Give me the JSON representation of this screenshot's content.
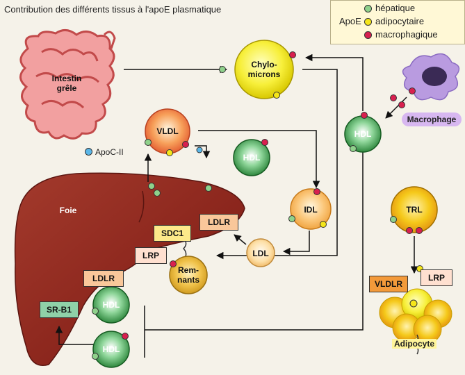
{
  "title": "Contribution des différents tissus à l'apoE plasmatique",
  "legend": {
    "heading": "ApoE",
    "items": [
      {
        "label": "hépatique",
        "color": "#8fd18b"
      },
      {
        "label": "adipocytaire",
        "color": "#f5e61a"
      },
      {
        "label": "macrophagique",
        "color": "#d8204f"
      }
    ]
  },
  "organs": {
    "intestine": "Intestin grêle",
    "liver": "Foie",
    "macrophage": "Macrophage",
    "adipocyte": "Adipocyte"
  },
  "particles": {
    "chylomicrons": "Chylo- microns",
    "vldl": "VLDL",
    "idl": "IDL",
    "ldl": "LDL",
    "remnants": "Rem- nants",
    "trl": "TRL",
    "hdl": "HDL"
  },
  "receptors": {
    "ldlr": "LDLR",
    "sdc1": "SDC1",
    "lrp": "LRP",
    "srb1": "SR-B1",
    "vldlr": "VLDLR"
  },
  "apoc": "ApoC-II",
  "colors": {
    "hepatic": "#8fd18b",
    "adipocyte": "#f5e61a",
    "macrophage": "#d8204f",
    "apoc": "#5ab7e8",
    "hdl": "#2e8b3c",
    "liver": "#8b2a22"
  }
}
